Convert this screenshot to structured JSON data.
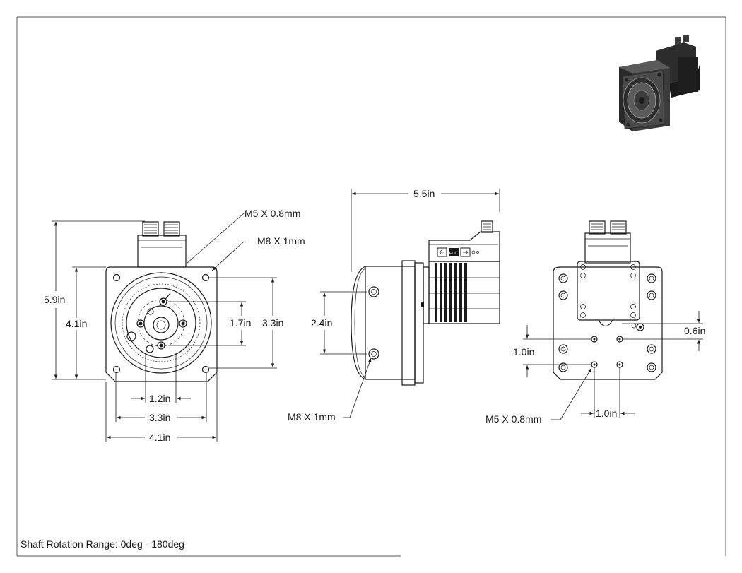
{
  "footer": {
    "note": "Shaft Rotation Range: 0deg - 180deg"
  },
  "front_view": {
    "thread_top": "M5 X 0.8mm",
    "thread_corner": "M8 X 1mm",
    "overall_height": "5.9in",
    "body_height": "4.1in",
    "bolt_circle_small": "1.7in",
    "bolt_circle_large": "3.3in",
    "width_inner": "1.2in",
    "width_mid": "3.3in",
    "width_overall": "4.1in"
  },
  "side_view": {
    "overall_length": "5.5in",
    "hole_spacing": "2.4in",
    "thread": "M8 X 1mm",
    "button_label": "EDIT"
  },
  "rear_view": {
    "offset_right": "0.6in",
    "hole_spacing_vertical": "1.0in",
    "hole_spacing_horizontal": "1.0in",
    "thread": "M5 X 0.8mm"
  }
}
